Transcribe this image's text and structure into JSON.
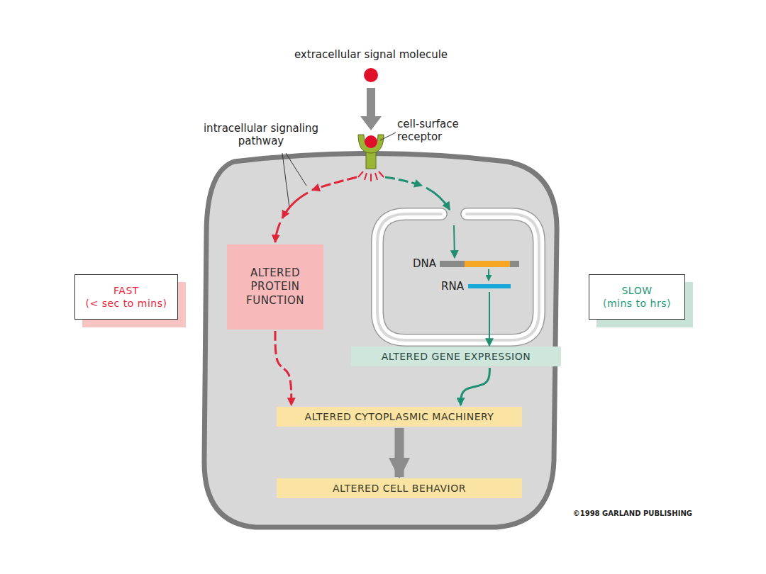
{
  "diagram": {
    "nodes": [
      {
        "text": [
          "FAST",
          "(< sec to mins)"
        ]
      },
      {
        "text": [
          "SLOW",
          "(mins to hrs)"
        ]
      },
      {
        "text": [
          "ALTERED PROTEIN FUNCTION"
        ]
      },
      {
        "text": [
          "ALTERED GENE EXPRESSION"
        ]
      },
      {
        "text": [
          "ALTERED CYTOPLASMIC MACHINERY"
        ]
      },
      {
        "text": [
          "ALTERED CELL BEHAVIOR"
        ]
      }
    ],
    "edges": [
      {
        "from": 2,
        "to": 4,
        "arrow": "to"
      },
      {
        "from": 3,
        "to": 4,
        "arrow": "to"
      },
      {
        "from": 4,
        "to": 5,
        "arrow": "to"
      }
    ],
    "labels": [
      "extracellular signal molecule",
      "intracellular signaling pathway",
      "cell-surface receptor",
      "DNA",
      "RNA",
      "©1998 GARLAND PUBLISHING"
    ]
  }
}
